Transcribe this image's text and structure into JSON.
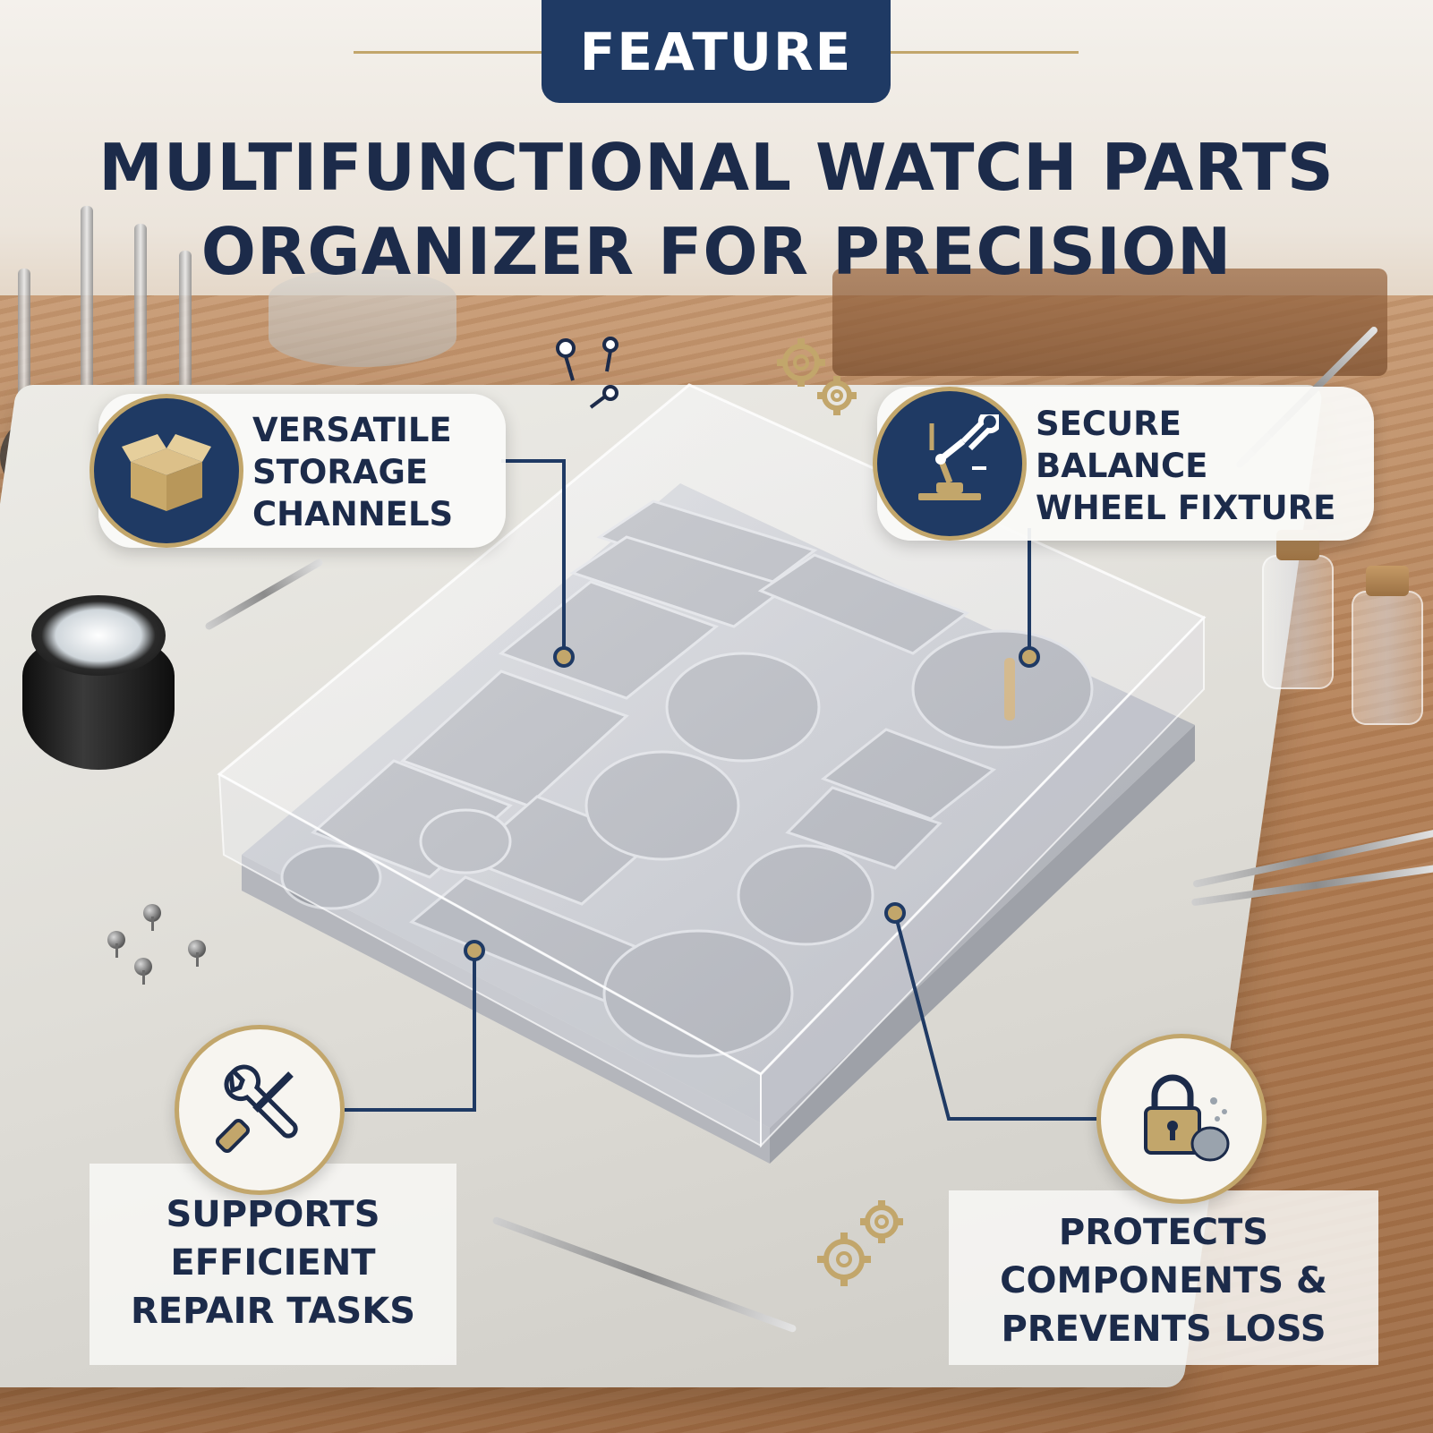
{
  "badge": {
    "label": "FEATURE"
  },
  "headline": {
    "line1": "MULTIFUNCTIONAL WATCH PARTS",
    "line2": "ORGANIZER FOR PRECISION"
  },
  "callouts": {
    "storage": {
      "lines": [
        "VERSATILE",
        "STORAGE",
        "CHANNELS"
      ],
      "icon": "open-box-icon"
    },
    "balance": {
      "lines": [
        "SECURE",
        "BALANCE",
        "WHEEL FIXTURE"
      ],
      "icon": "repair-arm-wrench-icon"
    },
    "repair": {
      "lines": [
        "SUPPORTS",
        "EFFICIENT",
        "REPAIR TASKS"
      ],
      "icon": "wrench-screwdriver-icon"
    },
    "protect": {
      "lines": [
        "PROTECTS",
        "COMPONENTS &",
        "PREVENTS LOSS"
      ],
      "icon": "padlock-dust-icon"
    }
  },
  "colors": {
    "navy": "#1f3a64",
    "gold": "#c2a66b",
    "text": "#1c2b4a"
  }
}
